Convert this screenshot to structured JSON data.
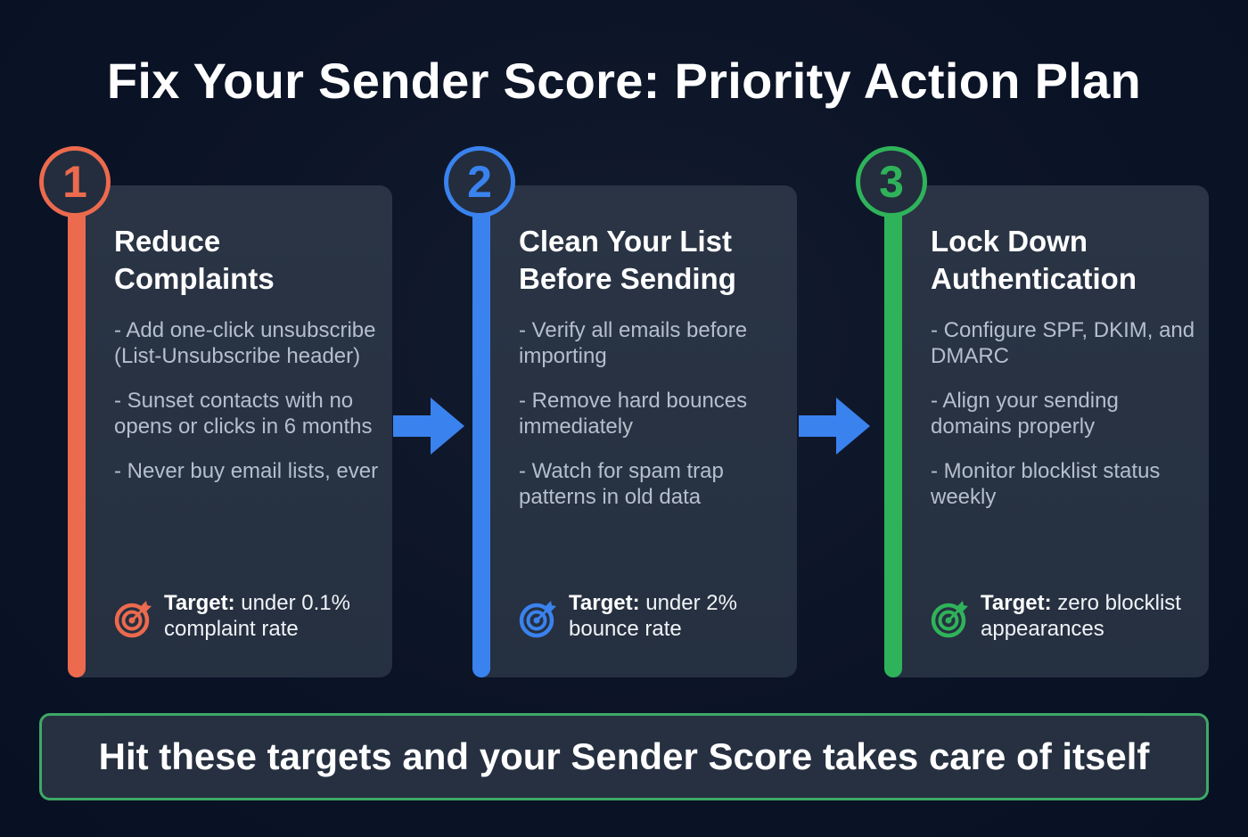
{
  "title": "Fix Your Sender Score: Priority Action Plan",
  "colors": {
    "step1": "#ec6a4e",
    "step2": "#3a82ee",
    "step3": "#2fb35a",
    "footer_border": "#3ea866"
  },
  "steps": [
    {
      "number": "1",
      "title": "Reduce Complaints",
      "bullets": [
        "- Add one-click unsubscribe (List-Unsubscribe header)",
        "- Sunset contacts with no opens or clicks in 6 months",
        "- Never buy email lists, ever"
      ],
      "target_label": "Target:",
      "target_value": "under 0.1% complaint rate",
      "icon": "target-icon"
    },
    {
      "number": "2",
      "title": "Clean Your List Before Sending",
      "bullets": [
        "- Verify all emails before importing",
        "- Remove hard bounces immediately",
        "- Watch for spam trap patterns in old data"
      ],
      "target_label": "Target:",
      "target_value": "under 2% bounce rate",
      "icon": "target-icon"
    },
    {
      "number": "3",
      "title": "Lock Down Authentication",
      "bullets": [
        "- Configure SPF, DKIM, and DMARC",
        "- Align your sending domains properly",
        "- Monitor blocklist status weekly"
      ],
      "target_label": "Target:",
      "target_value": "zero blocklist appearances",
      "icon": "target-icon"
    }
  ],
  "arrows": [
    "arrow-right-icon",
    "arrow-right-icon"
  ],
  "footer": "Hit these targets and your Sender Score takes care of itself"
}
